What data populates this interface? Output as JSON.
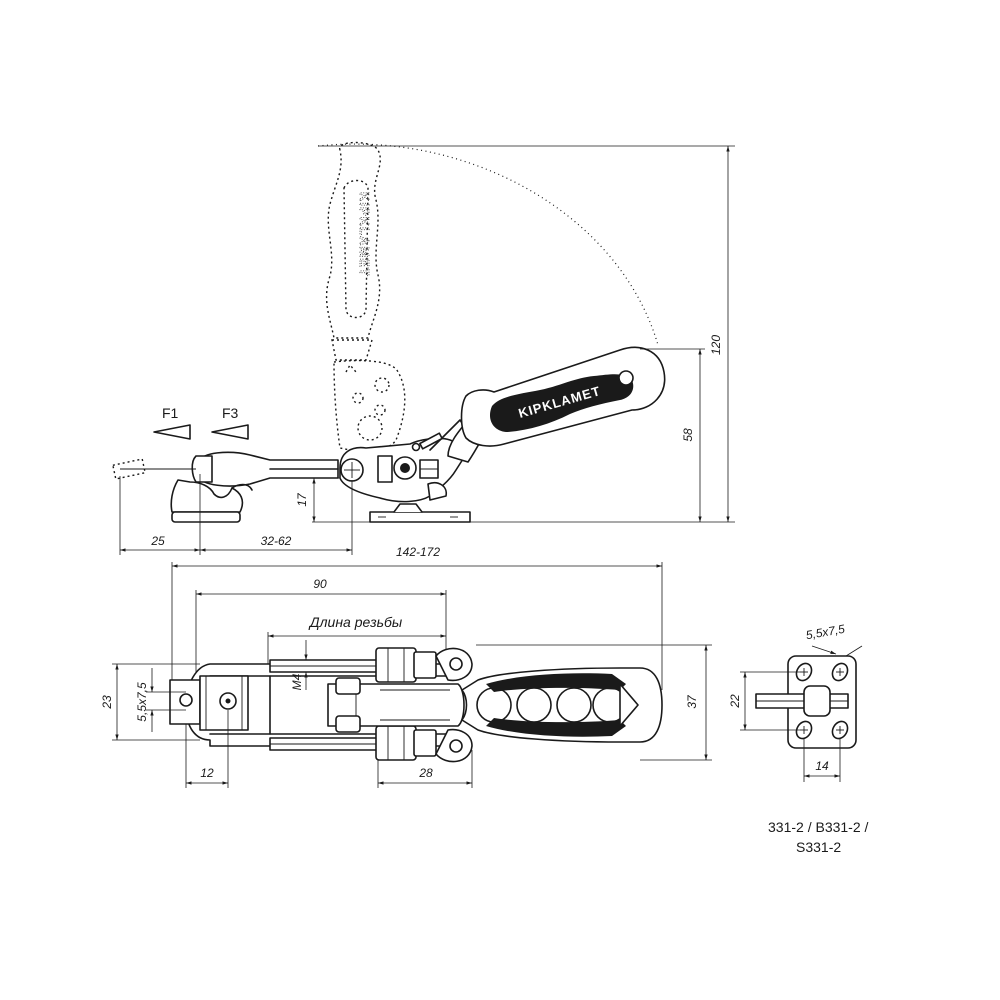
{
  "labels": {
    "force_f1": "F1",
    "force_f3": "F3",
    "thread_length": "Длина резьбы",
    "thread_size": "M4",
    "handle_logo": "KIPKLAMET"
  },
  "dimensions": {
    "height_open": "120",
    "height_handle": "58",
    "height_spindle": "17",
    "offset_tip": "25",
    "stroke_range": "32-62",
    "overall_length": "142-172",
    "length_90": "90",
    "width_23": "23",
    "slot_left": "5,5x7,5",
    "width_37": "37",
    "base_12": "12",
    "base_28": "28",
    "slot_right": "5,5x7,5",
    "width_22": "22",
    "hole_spacing_14": "14"
  },
  "title_block": {
    "model_line1": "331-2 / B331-2 /",
    "model_line2": "S331-2"
  }
}
